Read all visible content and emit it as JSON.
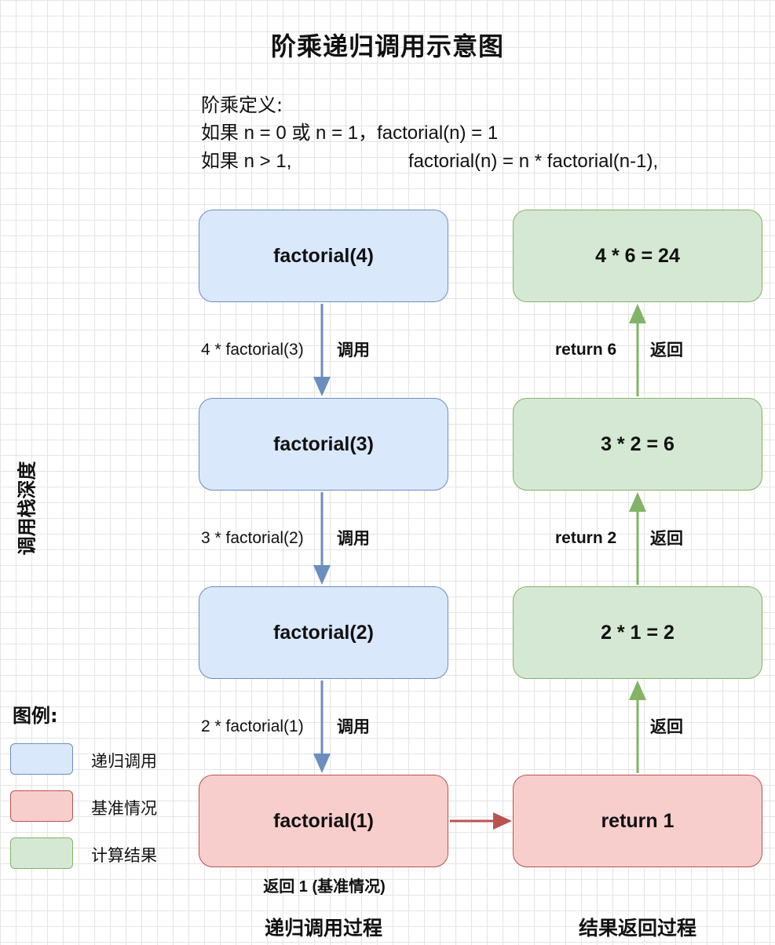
{
  "title": "阶乘递归调用示意图",
  "definition": {
    "heading": "阶乘定义:",
    "line1_condition": "如果 n = 0 或 n = 1，",
    "line1_result": "factorial(n) = 1",
    "line2_condition": "如果 n > 1,",
    "line2_result": "factorial(n) = n * factorial(n-1),"
  },
  "axis_label": "调用栈深度",
  "recursion": {
    "nodes": [
      "factorial(4)",
      "factorial(3)",
      "factorial(2)",
      "factorial(1)"
    ],
    "calls": [
      {
        "expr": "4 * factorial(3)",
        "tag": "调用"
      },
      {
        "expr": "3 * factorial(2)",
        "tag": "调用"
      },
      {
        "expr": "2 * factorial(1)",
        "tag": "调用"
      }
    ],
    "base_note": "返回 1 (基准情况)",
    "caption": "递归调用过程"
  },
  "results": {
    "nodes": [
      "4 * 6 = 24",
      "3 * 2 = 6",
      "2 * 1 = 2",
      "return 1"
    ],
    "returns": [
      {
        "value": "return 6",
        "tag": "返回"
      },
      {
        "value": "return 2",
        "tag": "返回"
      },
      {
        "value": "",
        "tag": "返回"
      }
    ],
    "caption": "结果返回过程"
  },
  "legend": {
    "title": "图例:",
    "items": [
      {
        "label": "递归调用",
        "fill": "#dae8fc",
        "stroke": "#6c8ebf"
      },
      {
        "label": "基准情况",
        "fill": "#f8cecc",
        "stroke": "#b85450"
      },
      {
        "label": "计算结果",
        "fill": "#d5e8d4",
        "stroke": "#82b366"
      }
    ]
  },
  "colors": {
    "call_arrow": "#6c8ebf",
    "return_arrow": "#82b366",
    "base_arrow": "#b85450"
  }
}
